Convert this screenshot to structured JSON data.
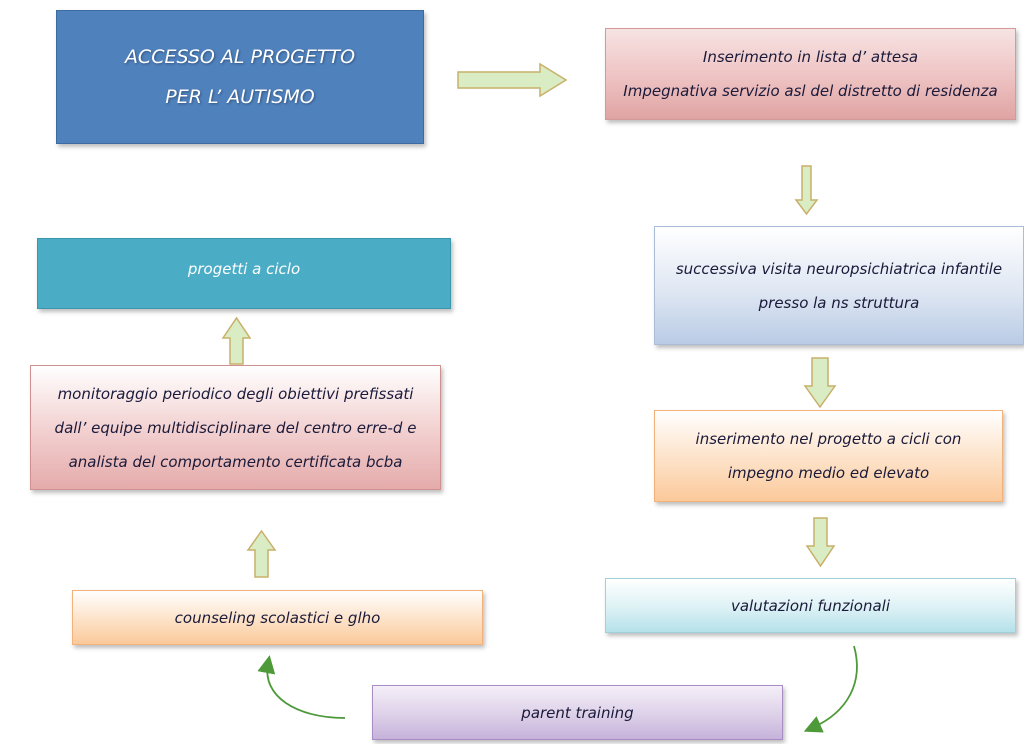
{
  "diagram": {
    "start_box": {
      "lines": [
        "ACCESSO AL PROGETTO",
        "PER L’ AUTISMO"
      ]
    },
    "list_box": {
      "lines": [
        "Inserimento in lista d’ attesa",
        "Impegnativa servizio asl del distretto di residenza"
      ]
    },
    "visit_box": {
      "lines": [
        "successiva visita neuropsichiatrica infantile",
        "presso la ns struttura"
      ]
    },
    "insert_box": {
      "lines": [
        "inserimento nel progetto a cicli con",
        "impegno medio ed elevato"
      ]
    },
    "eval_box": {
      "lines": [
        "valutazioni  funzionali"
      ]
    },
    "parent_box": {
      "lines": [
        "parent training"
      ]
    },
    "counsel_box": {
      "lines": [
        "counseling scolastici e glho"
      ]
    },
    "monitor_box": {
      "lines": [
        "monitoraggio periodico degli obiettivi prefissati",
        "dall’ equipe multidisciplinare del centro erre-d e",
        "analista del comportamento certificata bcba"
      ]
    },
    "cycle_box": {
      "lines": [
        "progetti a ciclo"
      ]
    }
  },
  "colors": {
    "arrow_fill": "#d9ecc4",
    "arrow_stroke": "#c9b06a",
    "curve_arrow": "#4e9a3a",
    "start_box": "#4f81bd",
    "cycle_box": "#4bacc6"
  }
}
